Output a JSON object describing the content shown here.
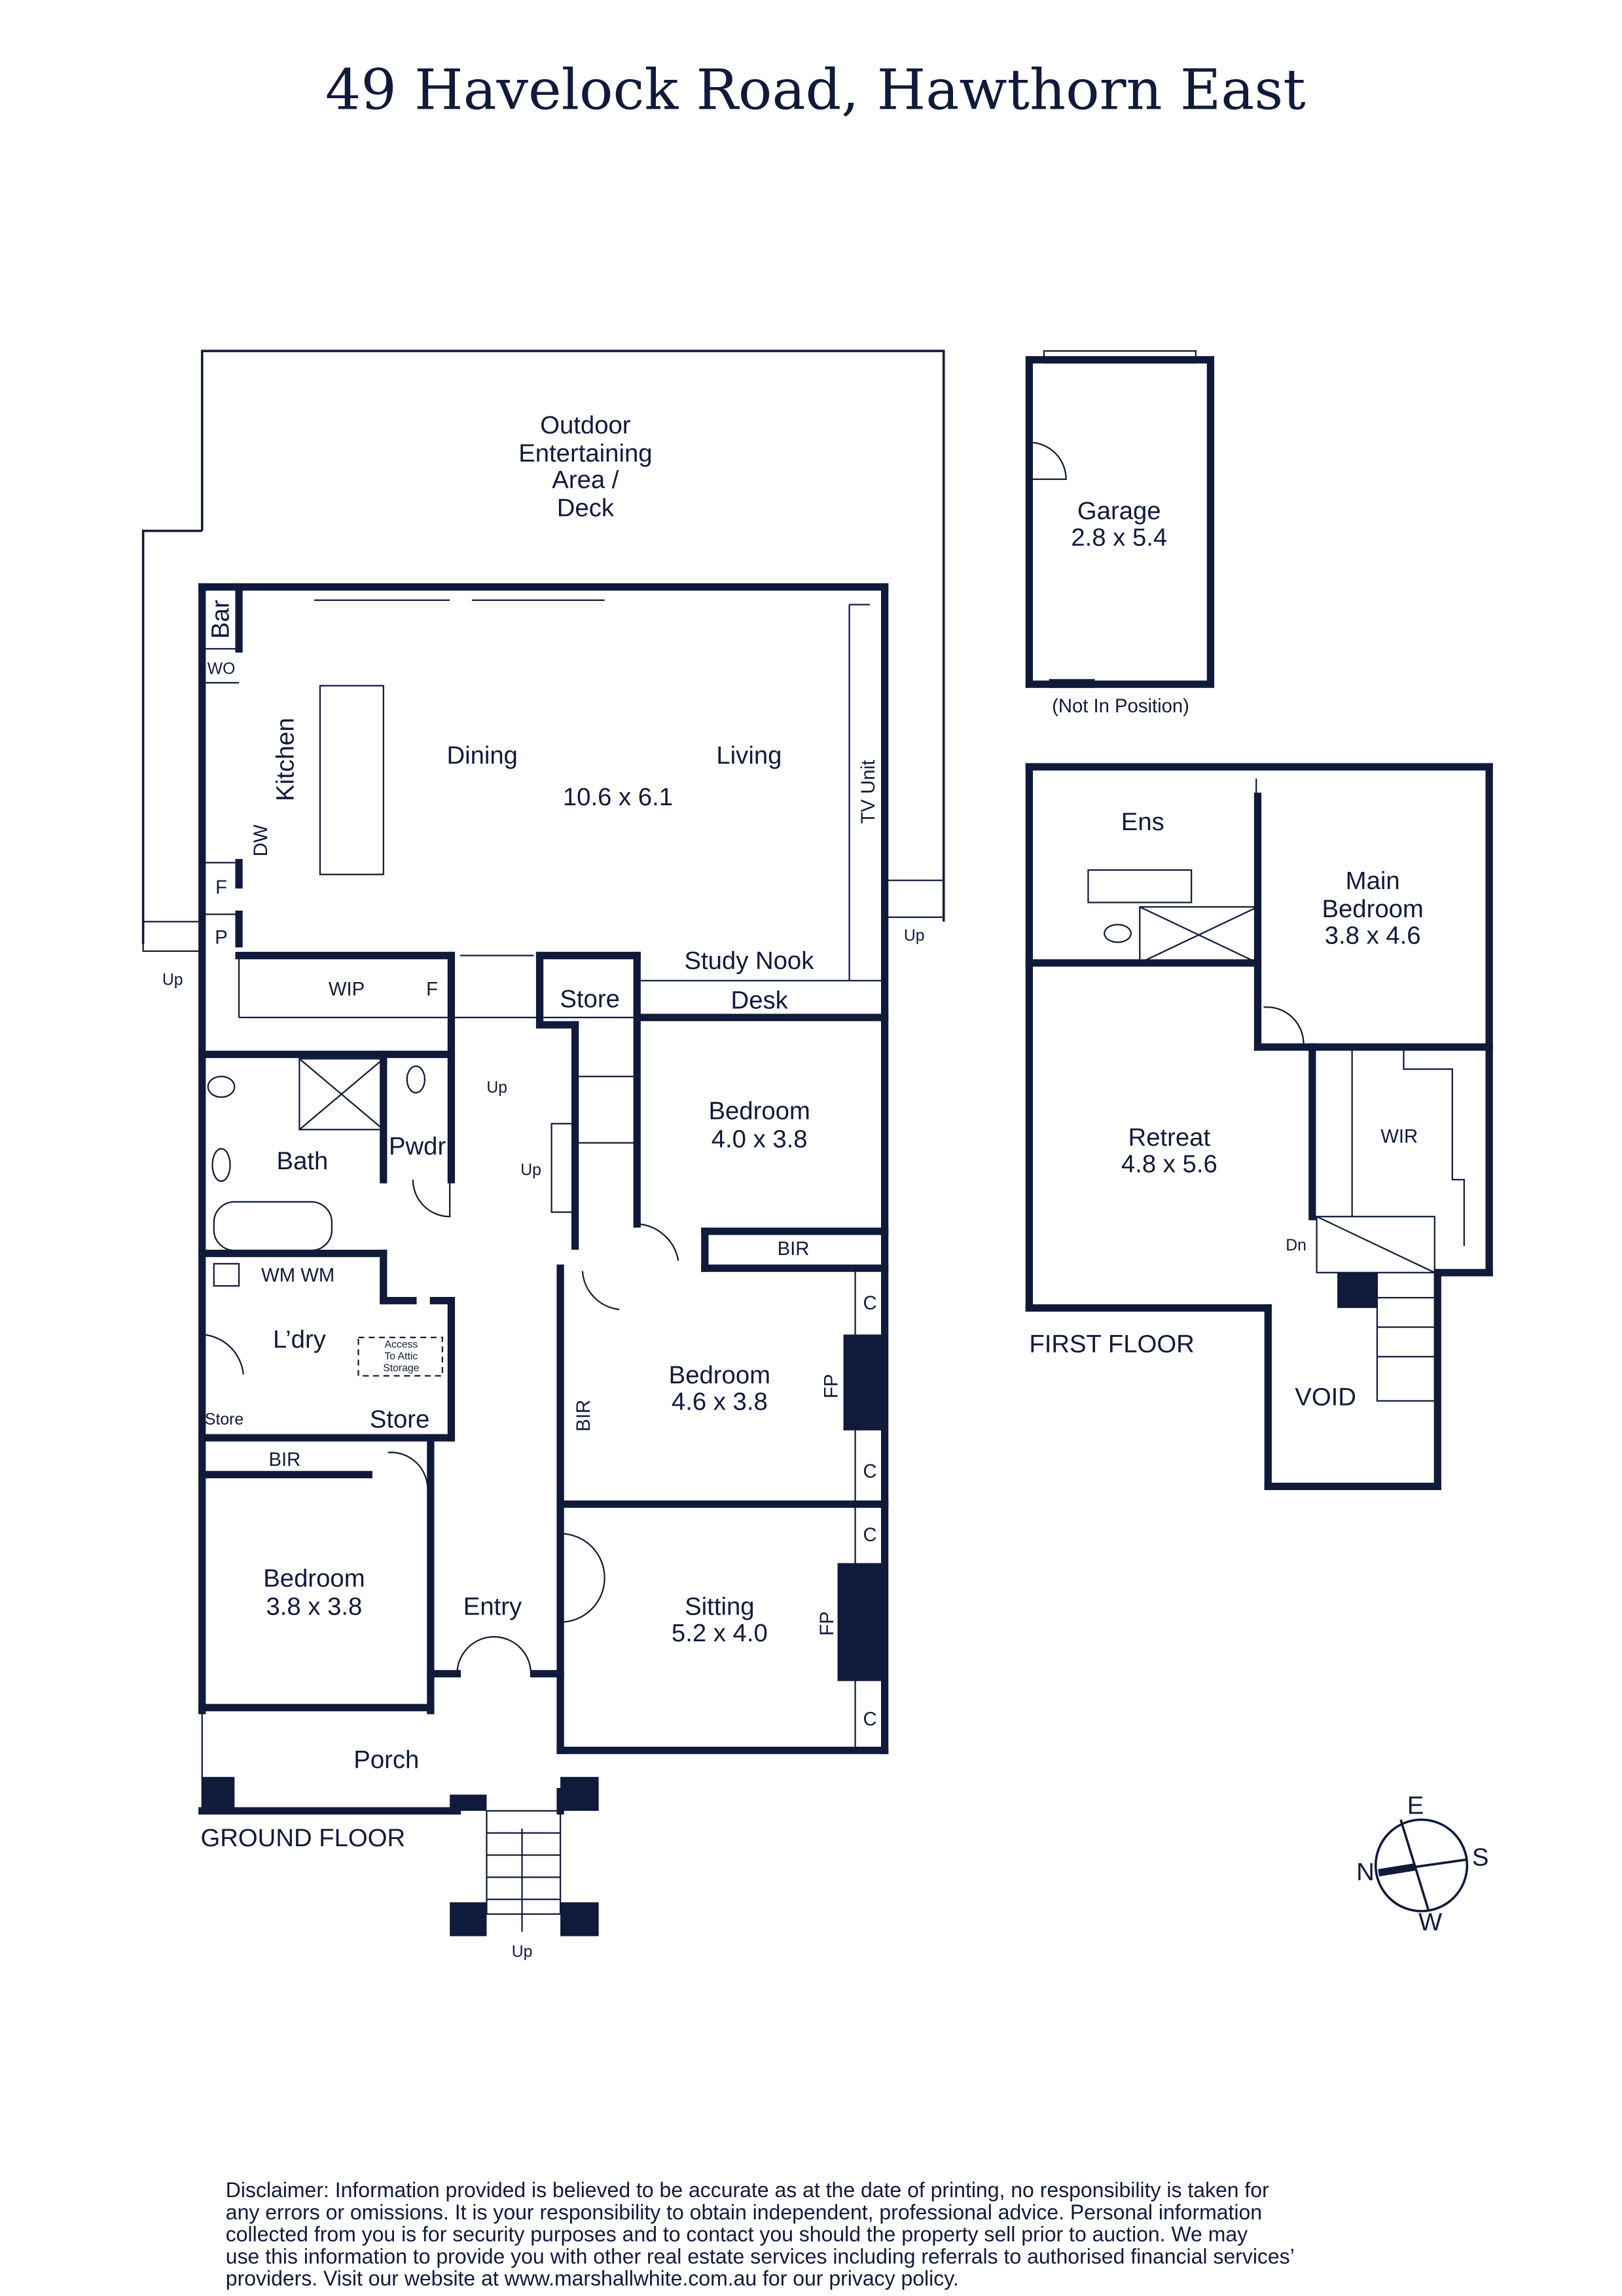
{
  "title": "49 Havelock Road, Hawthorn East",
  "ground_floor": {
    "label": "GROUND FLOOR",
    "outdoor": [
      "Outdoor",
      "Entertaining",
      "Area /",
      "Deck"
    ],
    "bar": "Bar",
    "wo": "WO",
    "kitchen": "Kitchen",
    "dw": "DW",
    "fridge": "F",
    "pantry": "P",
    "dining": "Dining",
    "living": "Living",
    "living_size": "10.6 x 6.1",
    "tv_unit": "TV Unit",
    "study_nook": "Study Nook",
    "desk": "Desk",
    "store": "Store",
    "wip": "WIP",
    "wip_f": "F",
    "up": "Up",
    "bath": "Bath",
    "pwdr": "Pwdr",
    "bedroom1": {
      "name": "Bedroom",
      "size": "4.0 x 3.8"
    },
    "bir": "BIR",
    "wm": "WM WM",
    "laundry": "L’dry",
    "attic": [
      "Access",
      "To Attic",
      "Storage"
    ],
    "store_small": "Store",
    "store2": "Store",
    "bedroom2": {
      "name": "Bedroom",
      "size": "4.6 x 3.8"
    },
    "fp": "FP",
    "cupboard": "C",
    "bedroom3": {
      "name": "Bedroom",
      "size": "3.8 x 3.8"
    },
    "entry": "Entry",
    "sitting": {
      "name": "Sitting",
      "size": "5.2 x 4.0"
    },
    "porch": "Porch"
  },
  "garage": {
    "name": "Garage",
    "size": "2.8 x 5.4",
    "note": "(Not In Position)"
  },
  "first_floor": {
    "label": "FIRST FLOOR",
    "ens": "Ens",
    "main_bedroom": {
      "name1": "Main",
      "name2": "Bedroom",
      "size": "3.8 x 4.6"
    },
    "retreat": {
      "name": "Retreat",
      "size": "4.8 x 5.6"
    },
    "wir": "WIR",
    "dn": "Dn",
    "void": "VOID"
  },
  "compass": {
    "n": "N",
    "e": "E",
    "s": "S",
    "w": "W"
  },
  "disclaimer": [
    "Disclaimer: Information provided is believed to be accurate as at the date of printing, no responsibility is taken for",
    "any errors or omissions. It is your responsibility to obtain independent, professional advice. Personal information",
    "collected from you is for security purposes and to contact you should the property sell prior to auction. We may",
    "use this information to provide you with other real estate services including referrals to authorised financial services’",
    "providers. Visit our website at www.marshallwhite.com.au for our privacy policy."
  ]
}
